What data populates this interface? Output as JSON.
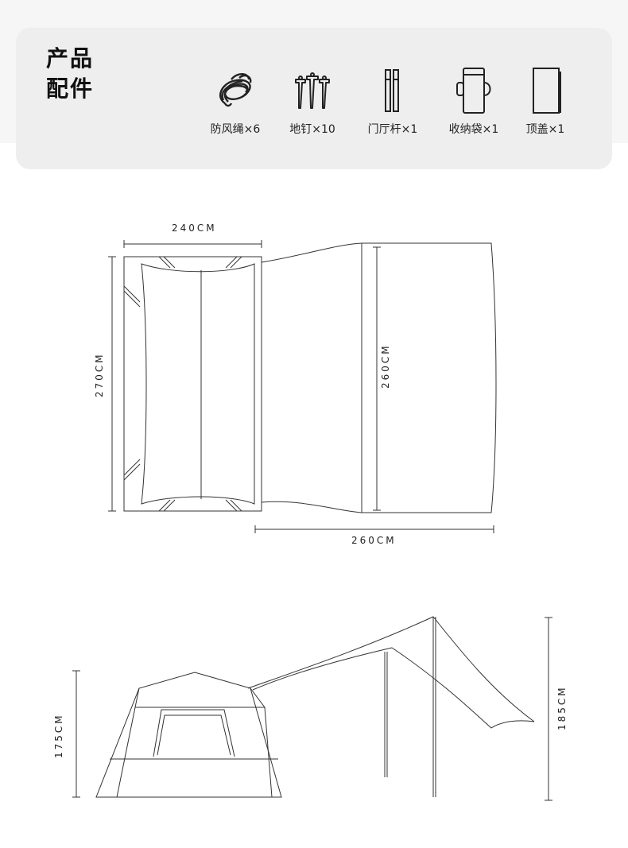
{
  "accessories": {
    "title_line1": "产品",
    "title_line2": "配件",
    "items": [
      {
        "label": "防风绳×6",
        "icon": "rope-icon"
      },
      {
        "label": "地钉×10",
        "icon": "ground-stake-icon"
      },
      {
        "label": "门厅杆×1",
        "icon": "pole-icon"
      },
      {
        "label": "收纳袋×1",
        "icon": "storage-bag-icon"
      },
      {
        "label": "顶盖×1",
        "icon": "top-cover-icon"
      }
    ]
  },
  "top_view": {
    "width_label": "240CM",
    "depth_label": "270CM",
    "awning_depth_label": "260CM",
    "awning_width_label": "260CM"
  },
  "side_view": {
    "tent_height_label": "175CM",
    "pole_height_label": "185CM"
  }
}
